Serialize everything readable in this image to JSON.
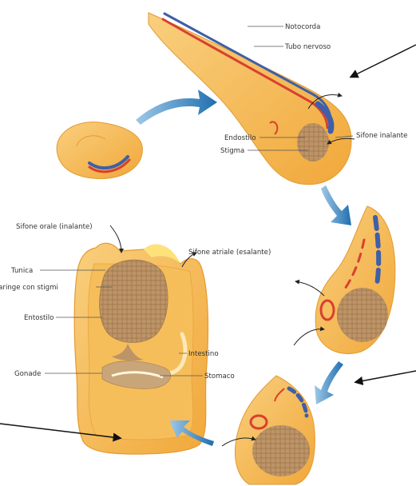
{
  "labels": {
    "notochord": "Notocorda",
    "nerve_tube": "Tubo nervoso",
    "endostyle_larva": "Endostilo",
    "stigma": "Stigma",
    "inhalant_siphon_larva": "Sifone inalante",
    "oral_siphon": "Sifone orale (inalante)",
    "atrial_siphon": "Sifone atriale (esalante)",
    "tunic": "Tunica",
    "pharynx_with_stigmata": "Faringe con stigmi",
    "endostyle_adult": "Entostilo",
    "intestine": "Intestino",
    "gonad": "Gonade",
    "stomach": "Stomaco"
  },
  "colors": {
    "body": "#f4b54a",
    "body_light": "#f9cf7e",
    "notochord": "#3f5fa8",
    "nerve_tube": "#d8402f",
    "pharynx": "#b78d5f",
    "cycle_arrow": "#2f7fb8",
    "pointer_arrow": "#111111"
  },
  "icons": {
    "cycle_arrows": "curved-blue-arrow",
    "pointer_arrows": "black-pointer-arrow"
  }
}
